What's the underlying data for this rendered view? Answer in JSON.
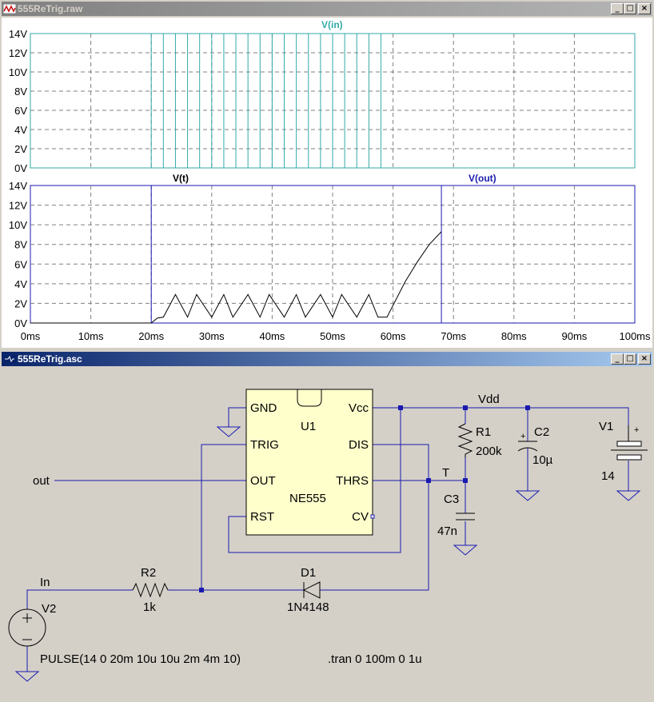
{
  "plot_window": {
    "title": "555ReTrig.raw",
    "upper_pane": {
      "trace_label": "V(in)",
      "trace_color": "#33aaaa",
      "y_ticks": [
        "14V",
        "12V",
        "10V",
        "8V",
        "6V",
        "4V",
        "2V",
        "0V"
      ]
    },
    "lower_pane": {
      "trace_label_t": "V(t)",
      "trace_label_out": "V(out)",
      "trace_color_t": "#000000",
      "trace_color_out": "#1a1ab0",
      "y_ticks": [
        "14V",
        "12V",
        "10V",
        "8V",
        "6V",
        "4V",
        "2V",
        "0V"
      ]
    },
    "x_ticks": [
      "0ms",
      "10ms",
      "20ms",
      "30ms",
      "40ms",
      "50ms",
      "60ms",
      "70ms",
      "80ms",
      "90ms",
      "100ms"
    ],
    "chart_data": [
      {
        "type": "line",
        "series": [
          {
            "name": "V(in)",
            "description_values": "pulse 14V->0V starting at 20ms, period 4ms, width 2ms, 10 cycles"
          }
        ],
        "x_unit": "ms",
        "xlim": [
          0,
          100
        ],
        "ylim": [
          0,
          14
        ],
        "ylabel_unit": "V",
        "pulse": {
          "v1": 14,
          "v2": 0,
          "delay_ms": 20,
          "width_ms": 2,
          "period_ms": 4,
          "cycles": 10
        }
      },
      {
        "type": "line",
        "series": [
          {
            "name": "V(t)",
            "x": [
              0,
              20,
              21,
              22,
              24,
              26,
              27.5,
              30,
              32,
              33.5,
              36,
              38,
              39.5,
              42,
              44,
              45.5,
              48,
              50,
              51.5,
              54,
              56,
              57.5,
              59,
              62,
              64,
              66,
              68
            ],
            "y": [
              0,
              0,
              0.5,
              0.6,
              2.9,
              0.6,
              2.9,
              0.6,
              2.9,
              0.6,
              2.9,
              0.6,
              2.9,
              0.6,
              2.9,
              0.6,
              2.9,
              0.6,
              2.9,
              0.6,
              2.9,
              0.6,
              0.6,
              4.2,
              6.2,
              8.0,
              9.3
            ]
          },
          {
            "name": "V(out)",
            "x": [
              0,
              20,
              20,
              68,
              68,
              100
            ],
            "y": [
              0,
              0,
              14,
              14,
              0,
              0
            ]
          }
        ],
        "x_unit": "ms",
        "xlim": [
          0,
          100
        ],
        "ylim": [
          0,
          14
        ],
        "ylabel_unit": "V"
      }
    ]
  },
  "schematic_window": {
    "title": "555ReTrig.asc",
    "wire_color": "#1a1ab0",
    "component_color": "#000000",
    "labels": {
      "ic_ref": "U1",
      "ic_part": "NE555",
      "pin_gnd": "GND",
      "pin_trig": "TRIG",
      "pin_out": "OUT",
      "pin_rst": "RST",
      "pin_vcc": "Vcc",
      "pin_dis": "DIS",
      "pin_thrs": "THRS",
      "pin_cv": "CV",
      "net_vdd": "Vdd",
      "net_out": "out",
      "net_t": "T",
      "net_in": "In",
      "r1_ref": "R1",
      "r1_val": "200k",
      "c2_ref": "C2",
      "c2_val": "10µ",
      "c3_ref": "C3",
      "c3_val": "47n",
      "v1_ref": "V1",
      "v1_val": "14",
      "r2_ref": "R2",
      "r2_val": "1k",
      "d1_ref": "D1",
      "d1_val": "1N4148",
      "v2_ref": "V2",
      "v2_val": "PULSE(14 0 20m 10u 10u 2m 4m 10)",
      "directive": ".tran 0 100m 0 1u"
    }
  }
}
